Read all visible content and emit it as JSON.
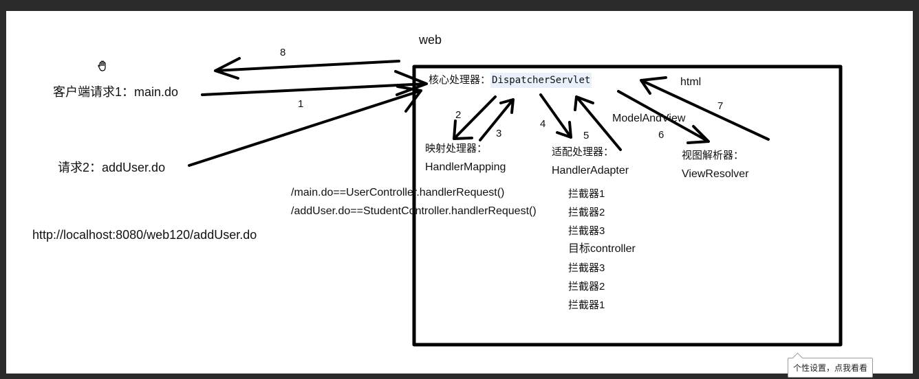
{
  "labels": {
    "web": "web",
    "client_request_1": "客户端请求1：main.do",
    "request_2": "请求2：addUser.do",
    "url": "http://localhost:8080/web120/addUser.do",
    "core_prefix": "核心处理器：",
    "core_name": "DispatcherServlet",
    "html": "html",
    "model_and_view": "ModelAndView",
    "mapping_title": "映射处理器：",
    "mapping_name": "HandlerMapping",
    "adapter_title": "适配处理器：",
    "adapter_name": "HandlerAdapter",
    "resolver_title": "视图解析器：",
    "resolver_name": "ViewResolver",
    "map_line_1": "/main.do==UserController.handlerRequest()",
    "map_line_2": "/addUser.do==StudentController.handlerRequest()"
  },
  "step_numbers": {
    "s1": "1",
    "s2": "2",
    "s3": "3",
    "s4": "4",
    "s5": "5",
    "s6": "6",
    "s7": "7",
    "s8": "8"
  },
  "chain": [
    "拦截器1",
    "拦截器2",
    "拦截器3",
    "目标controller",
    "拦截器3",
    "拦截器2",
    "拦截器1"
  ],
  "tooltip": "个性设置，点我看看",
  "icons": {
    "cursor": "hand-cursor-icon"
  }
}
